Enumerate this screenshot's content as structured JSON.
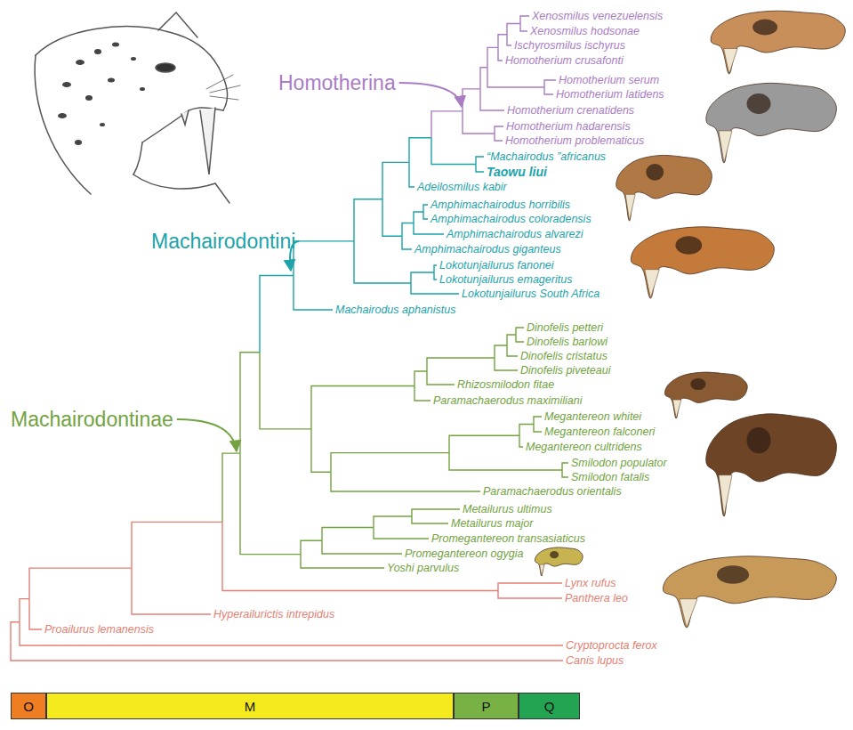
{
  "diagram": {
    "nodes": [
      {
        "text": [
          "O"
        ]
      },
      {
        "text": [
          "M"
        ]
      },
      {
        "text": [
          "P"
        ]
      },
      {
        "text": [
          "Q"
        ]
      }
    ],
    "labels": [
      "Xenosmilus venezuelensis",
      "Xenosmilus hodsonae",
      "Ischyrosmilus ischyrus",
      "Homotherium crusafonti",
      "Homotherium serum",
      "Homotherium latidens",
      "Homotherium crenatidens",
      "Homotherium hadarensis",
      "Homotherium problematicus",
      "“Machairodus ”africanus",
      "Taowu liui",
      "Adeilosmilus kabir",
      "Amphimachairodus horribilis",
      "Amphimachairodus coloradensis",
      "Amphimachairodus alvarezi",
      "Amphimachairodus giganteus",
      "Lokotunjailurus fanonei",
      "Lokotunjailurus emageritus",
      "Lokotunjailurus South Africa",
      "Machairodus aphanistus",
      "Dinofelis petteri",
      "Dinofelis barlowi",
      "Dinofelis cristatus",
      "Dinofelis piveteaui",
      "Rhizosmilodon fitae",
      "Paramachaerodus maximiliani",
      "Megantereon whitei",
      "Megantereon falconeri",
      "Megantereon cultridens",
      "Smilodon populator",
      "Smilodon fatalis",
      "Paramachaerodus orientalis",
      "Metailurus ultimus",
      "Metailurus major",
      "Promegantereon transasiaticus",
      "Promegantereon ogygia",
      "Yoshi parvulus",
      "Lynx rufus",
      "Panthera leo",
      "Hyperailurictis intrepidus",
      "Proailurus lemanensis",
      "Cryptoprocta ferox",
      "Canis lupus",
      "Homotherina",
      "Machairodontini",
      "Machairodontinae"
    ]
  }
}
